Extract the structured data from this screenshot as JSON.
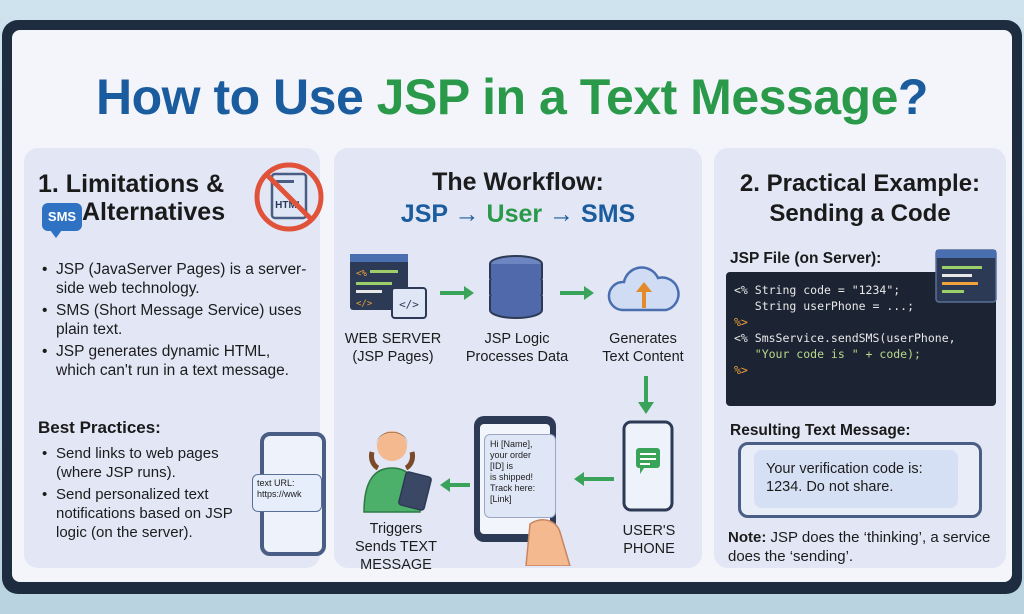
{
  "title": {
    "part1": "How to Use ",
    "part2": "JSP in a Text Message",
    "part3": "?"
  },
  "panel1": {
    "heading_line1": "1. Limitations &",
    "heading_line2": "Alternatives",
    "sms_badge": "SMS",
    "nohtml_icon_label": "HTML",
    "bullets": [
      "JSP (JavaServer Pages) is a server-side web technology.",
      "SMS (Short Message Service) uses plain text.",
      "JSP generates dynamic HTML, which can't run in a text message."
    ],
    "best_practices_title": "Best Practices:",
    "best_practices": [
      "Send links to web pages (where JSP runs).",
      "Send personalized text notifications based on JSP logic (on the server)."
    ],
    "phone_bubble_line1": "text URL:",
    "phone_bubble_line2": "https://wwk"
  },
  "panel2": {
    "title_line1": "The Workflow:",
    "title_jsp": "JSP",
    "title_arrow1": " → ",
    "title_user": "User",
    "title_arrow2": " → ",
    "title_sms": "SMS",
    "server_label_line1": "WEB SERVER",
    "server_label_line2": "(JSP Pages)",
    "logic_label_line1": "JSP Logic",
    "logic_label_line2": "Processes Data",
    "cloud_label_line1": "Generates",
    "cloud_label_line2": "Text Content",
    "phone_label_line1": "USER'S",
    "phone_label_line2": "PHONE",
    "person_label_line1": "Triggers",
    "person_label_line2": "Sends TEXT",
    "person_label_line3": "MESSAGE",
    "bubble_lines": [
      "Hi [Name],",
      "your order",
      "[ID] is",
      "is shipped!",
      "Track here:",
      "[Link]"
    ],
    "code_token": "<%",
    "code_token_end": "</>"
  },
  "panel3": {
    "heading_line1": "2. Practical Example:",
    "heading_line2": "Sending a Code",
    "jsp_file_label": "JSP File (on Server):",
    "code_lines": [
      "<% String code = \"1234\";",
      "   String userPhone = ...;",
      "%>",
      "",
      "<% SmsService.sendSMS(userPhone,",
      "   \"Your code is \" + code);",
      "%>"
    ],
    "result_label": "Resulting Text Message:",
    "result_text": "Your verification code is: 1234. Do not share.",
    "note_bold": "Note:",
    "note_text": " JSP does the ‘thinking’, a service does the ‘sending’."
  },
  "colors": {
    "title_blue": "#1b5c9e",
    "title_green": "#2a9a4a",
    "arrow_green": "#3aa35a",
    "panel_bg": "#e2e6f5",
    "frame": "#1d2c3f",
    "code_bg": "#1c2433"
  }
}
